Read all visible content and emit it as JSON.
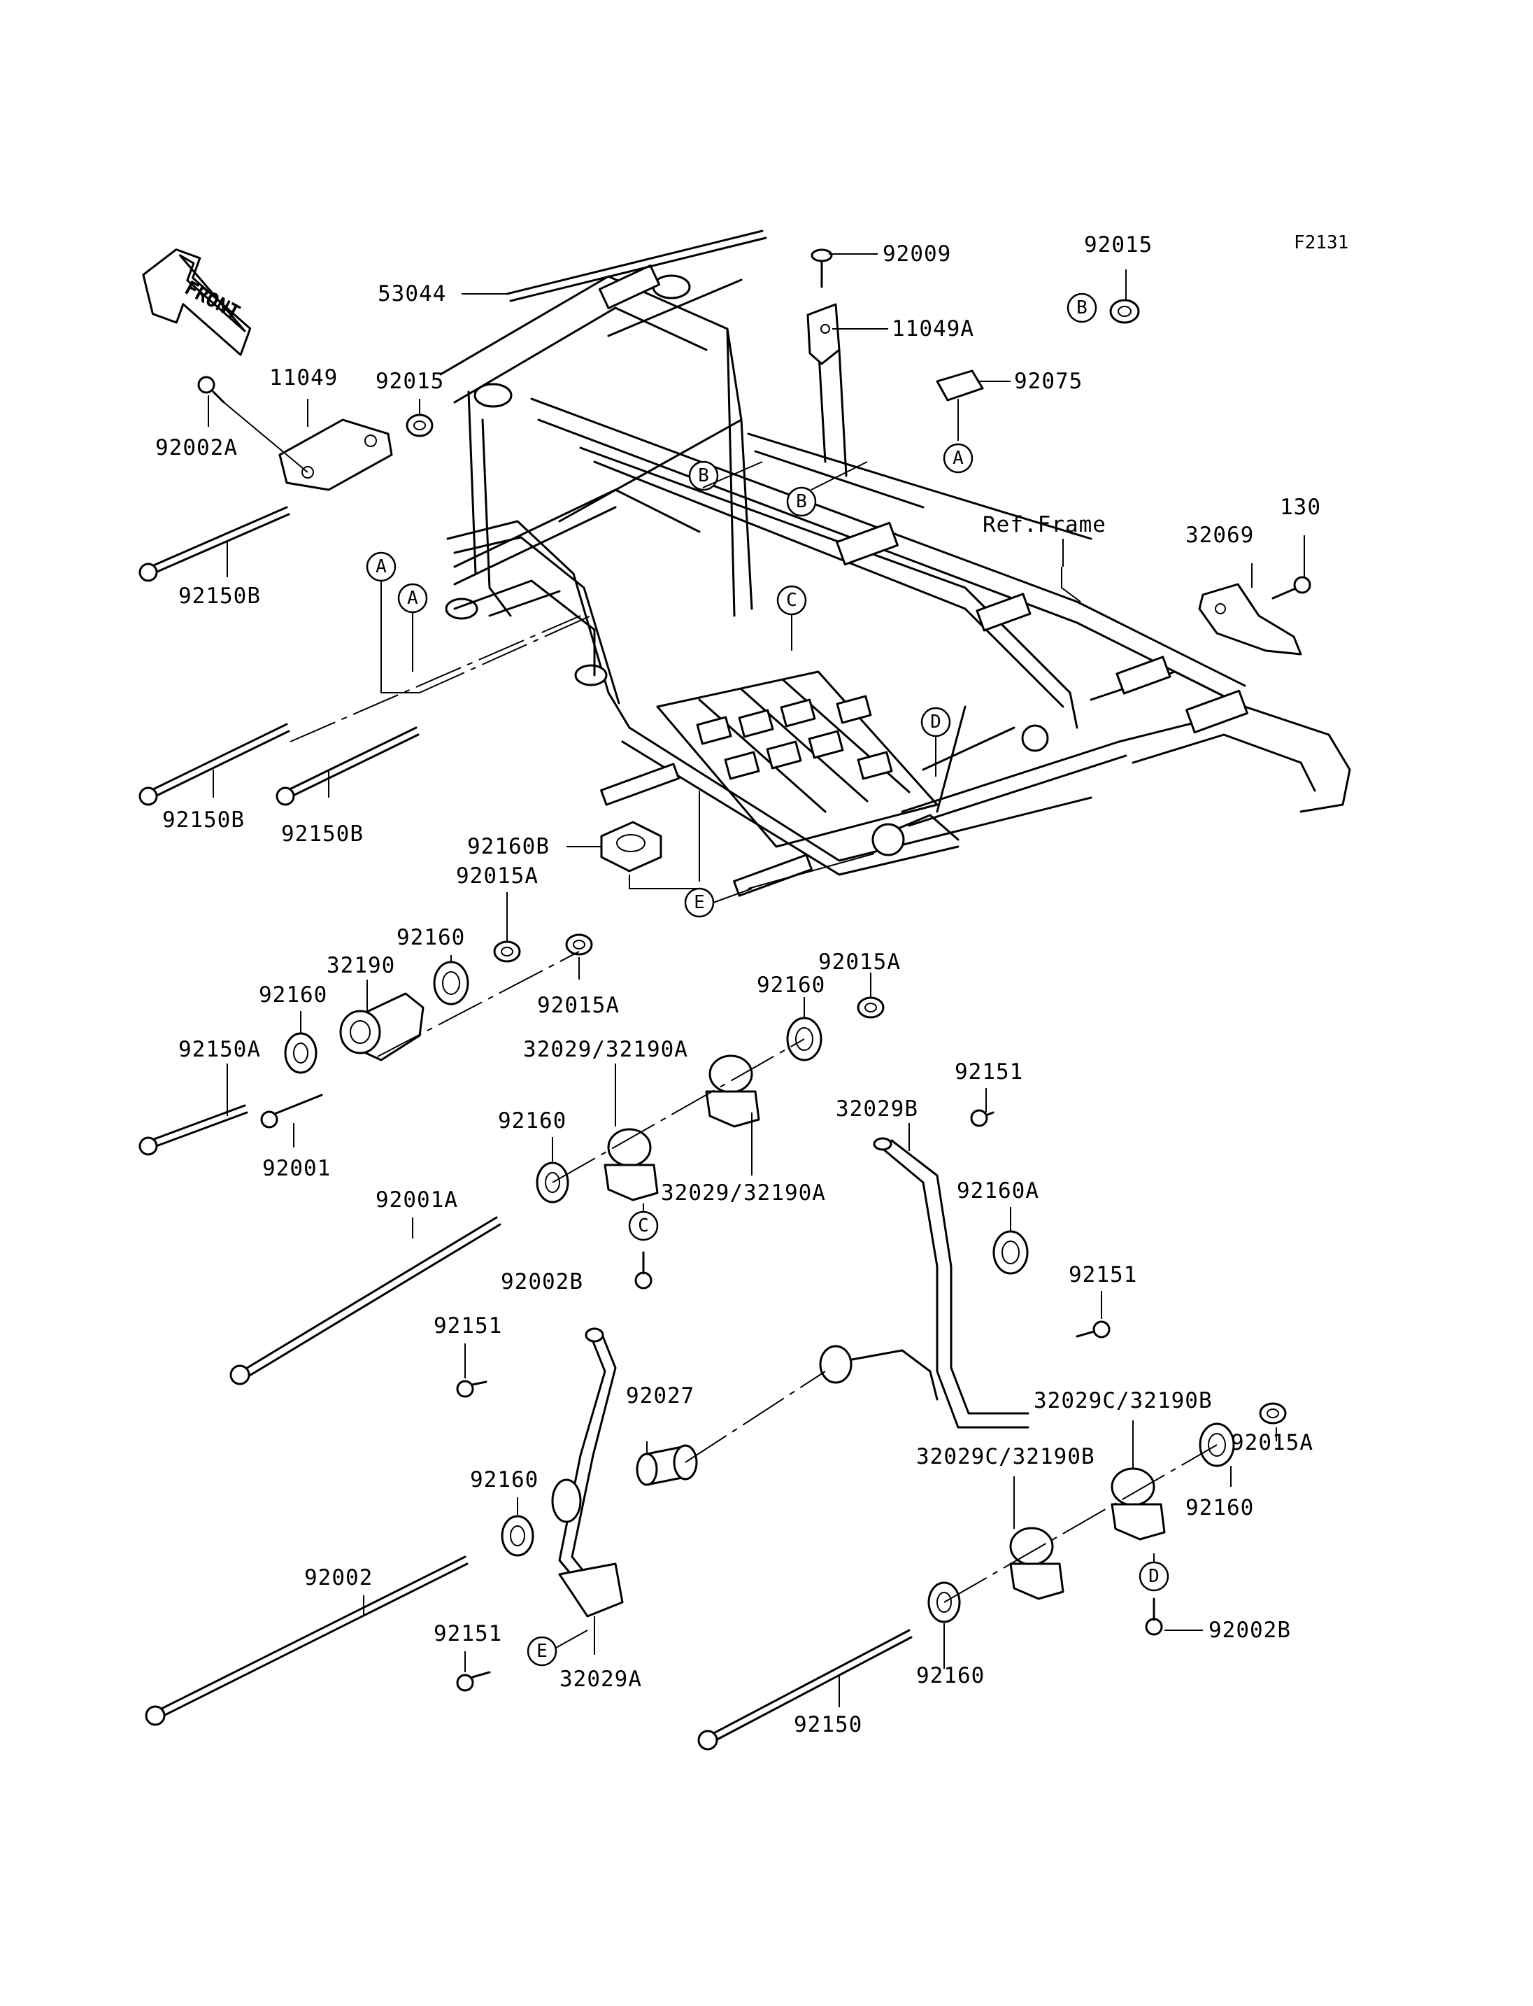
{
  "diagram_code": "F2131",
  "front_label": "FRONT",
  "ref_frame": "Ref.Frame",
  "callouts": {
    "p53044": "53044",
    "p92009": "92009",
    "p11049A": "11049A",
    "p92015_top": "92015",
    "p92075": "92075",
    "p11049": "11049",
    "p92015_left": "92015",
    "p92002A": "92002A",
    "p92150B_1": "92150B",
    "p92150B_2": "92150B",
    "p92150B_3": "92150B",
    "p32069": "32069",
    "p130": "130",
    "p92160B": "92160B",
    "p92015A_1": "92015A",
    "p92160_1": "92160",
    "p32190": "32190",
    "p92160_2": "92160",
    "p92015A_2": "92015A",
    "p92150A": "92150A",
    "p92001": "92001",
    "p92015A_3": "92015A",
    "p92160_3": "92160",
    "p32029_32190A_1": "32029/32190A",
    "p32029_32190A_2": "32029/32190A",
    "p92160_4": "92160",
    "p92001A": "92001A",
    "p92002B_1": "92002B",
    "p92151_1": "92151",
    "p32029B": "32029B",
    "p92160A": "92160A",
    "p92151_2": "92151",
    "p92151_3": "92151",
    "p92027": "92027",
    "p92160_5": "92160",
    "p92002": "92002",
    "p92151_4": "92151",
    "p32029A": "32029A",
    "p32029C_32190B_1": "32029C/32190B",
    "p32029C_32190B_2": "32029C/32190B",
    "p92015A_4": "92015A",
    "p92160_6": "92160",
    "p92002B_2": "92002B",
    "p92160_7": "92160",
    "p92150": "92150"
  },
  "ref_marks": {
    "a1": "A",
    "a2": "A",
    "a3": "A",
    "b1": "B",
    "b2": "B",
    "b3": "B",
    "c1": "C",
    "c2": "C",
    "d1": "D",
    "d2": "D",
    "e1": "E",
    "e2": "E"
  }
}
